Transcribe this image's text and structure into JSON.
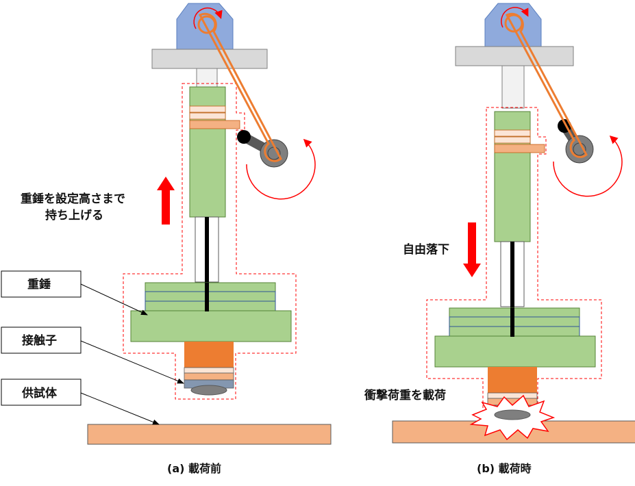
{
  "labels": {
    "lift": [
      "重錘を設定高さまで",
      "持ち上げる"
    ],
    "weight": "重錘",
    "contact": "接触子",
    "specimen": "供試体",
    "freefall": "自由落下",
    "impact": "衝撃荷重を載荷"
  },
  "captions": {
    "a": "(a) 載荷前",
    "b": "(b) 載荷時"
  },
  "colors": {
    "green": "#a9d18e",
    "orange": "#ed7d31",
    "peach": "#f4b183",
    "light_peach": "#fbe5d6",
    "gray_bar": "#d9d9d9",
    "blue_block": "#8faadc",
    "red": "#ff0000",
    "arrow_orange": "#ed7d31",
    "dark": "#595959",
    "line_blue": "#2f5597"
  }
}
